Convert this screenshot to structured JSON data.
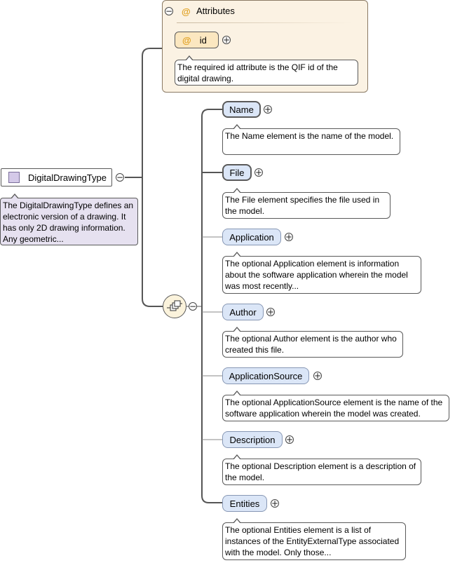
{
  "root": {
    "name": "DigitalDrawingType",
    "description": "The DigitalDrawingType defines an electronic version of a drawing. It has only 2D drawing information. Any geometric..."
  },
  "attributes": {
    "title": "Attributes",
    "at_symbol": "@",
    "items": [
      {
        "name": "id",
        "description": "The required id attribute is the QIF id of the digital drawing."
      }
    ]
  },
  "icons": {
    "collapse": "−",
    "expand": "+"
  },
  "sequence_icon": "sequence-compositor-icon",
  "elements": [
    {
      "name": "Name",
      "optional": false,
      "description": "The Name element is the name of the model."
    },
    {
      "name": "File",
      "optional": false,
      "description": "The File element specifies the file used in the model."
    },
    {
      "name": "Application",
      "optional": true,
      "description": "The optional Application element is information about the software application wherein the model was most recently..."
    },
    {
      "name": "Author",
      "optional": true,
      "description": "The optional Author element is the author who created this file."
    },
    {
      "name": "ApplicationSource",
      "optional": true,
      "description": "The optional ApplicationSource element is the name of the software application wherein the model was created."
    },
    {
      "name": "Description",
      "optional": true,
      "description": "The optional Description element is a description of the model."
    },
    {
      "name": "Entities",
      "optional": true,
      "description": "The optional Entities element is a list of instances of the EntityExternalType associated with the model. Only those..."
    }
  ]
}
